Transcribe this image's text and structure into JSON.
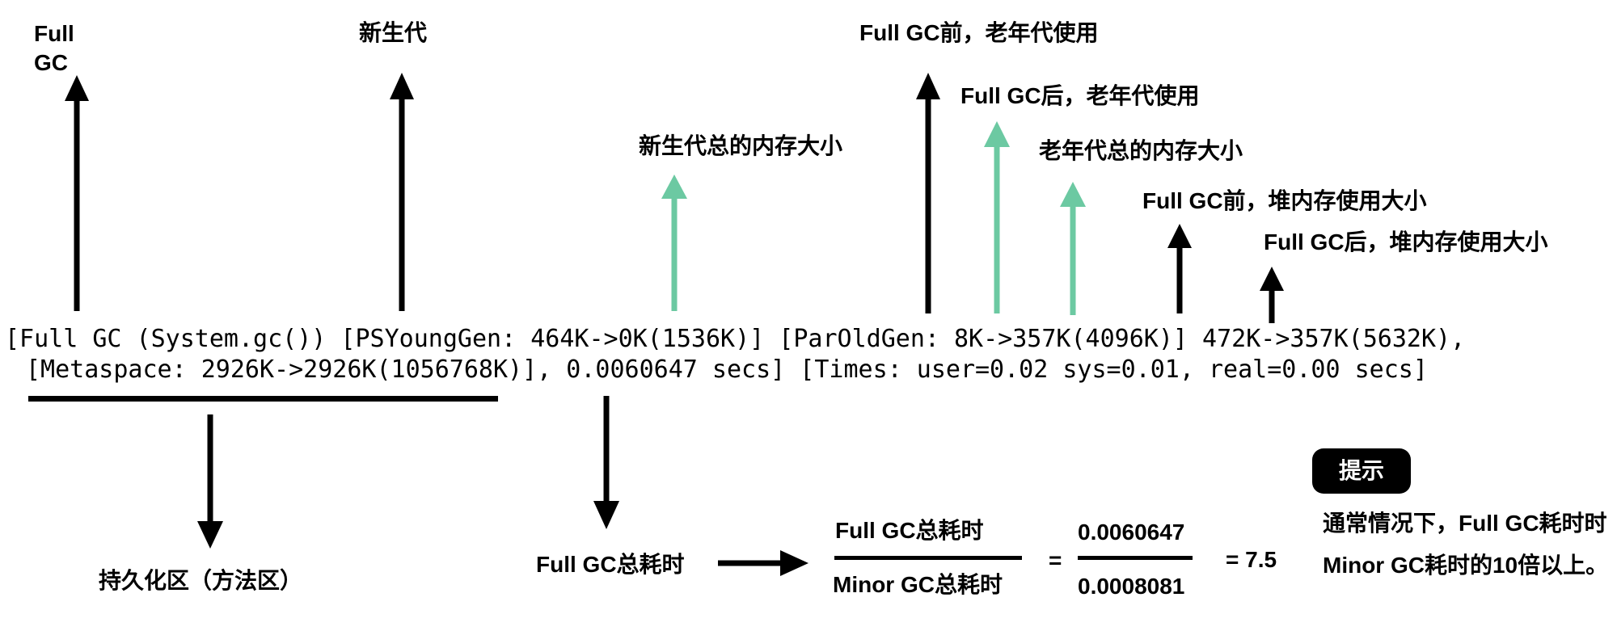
{
  "labels": {
    "full_gc": "Full GC",
    "young_gen": "新生代",
    "young_total": "新生代总的内存大小",
    "old_before": "Full GC前，老年代使用",
    "old_after": "Full GC后，老年代使用",
    "old_total": "老年代总的内存大小",
    "heap_before": "Full GC前，堆内存使用大小",
    "heap_after": "Full GC后，堆内存使用大小",
    "permgen": "持久化区（方法区）",
    "full_gc_time": "Full GC总耗时"
  },
  "log": {
    "line1": "[Full GC (System.gc()) [PSYoungGen: 464K->0K(1536K)] [ParOldGen: 8K->357K(4096K)] 472K->357K(5632K),",
    "line2": "[Metaspace: 2926K->2926K(1056768K)], 0.0060647 secs] [Times: user=0.02 sys=0.01, real=0.00 secs]"
  },
  "formula": {
    "numerator": "Full GC总耗时",
    "denominator": "Minor GC总耗时",
    "equals": "=",
    "value_num": "0.0060647",
    "value_den": "0.0008081",
    "result": "= 7.5"
  },
  "tip": {
    "badge": "提示",
    "text": "通常情况下，Full GC耗时时Minor GC耗时的10倍以上。"
  },
  "colors": {
    "black_arrow": "#000000",
    "green_arrow": "#6cc9a2"
  }
}
